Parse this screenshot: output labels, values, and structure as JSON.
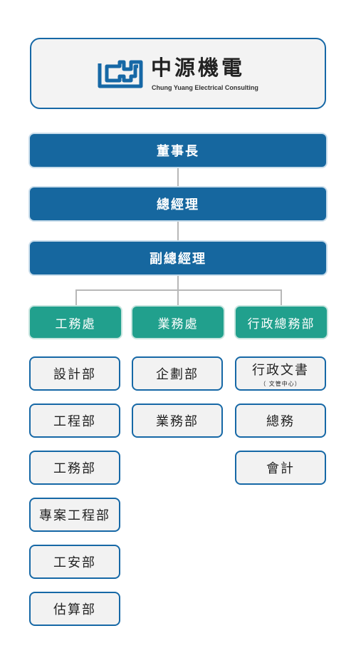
{
  "header": {
    "logo_name": "中源機電",
    "logo_english": "Chung Yuang Electrical Consulting",
    "logo_icon": "cy-logo-icon"
  },
  "executives": [
    "董事長",
    "總經理",
    "副總經理"
  ],
  "divisions": [
    {
      "name": "工務處",
      "departments": [
        {
          "name": "設計部"
        },
        {
          "name": "工程部"
        },
        {
          "name": "工務部"
        },
        {
          "name": "專案工程部"
        },
        {
          "name": "工安部"
        },
        {
          "name": "估算部"
        }
      ]
    },
    {
      "name": "業務處",
      "departments": [
        {
          "name": "企劃部"
        },
        {
          "name": "業務部"
        }
      ]
    },
    {
      "name": "行政總務部",
      "departments": [
        {
          "name": "行政文書",
          "note": "（ 文管中心）"
        },
        {
          "name": "總務"
        },
        {
          "name": "會計"
        }
      ]
    }
  ],
  "colors": {
    "executive": "#16679f",
    "division": "#21a08d",
    "department_border": "#1668a6",
    "department_fill": "#f2f2f2"
  }
}
